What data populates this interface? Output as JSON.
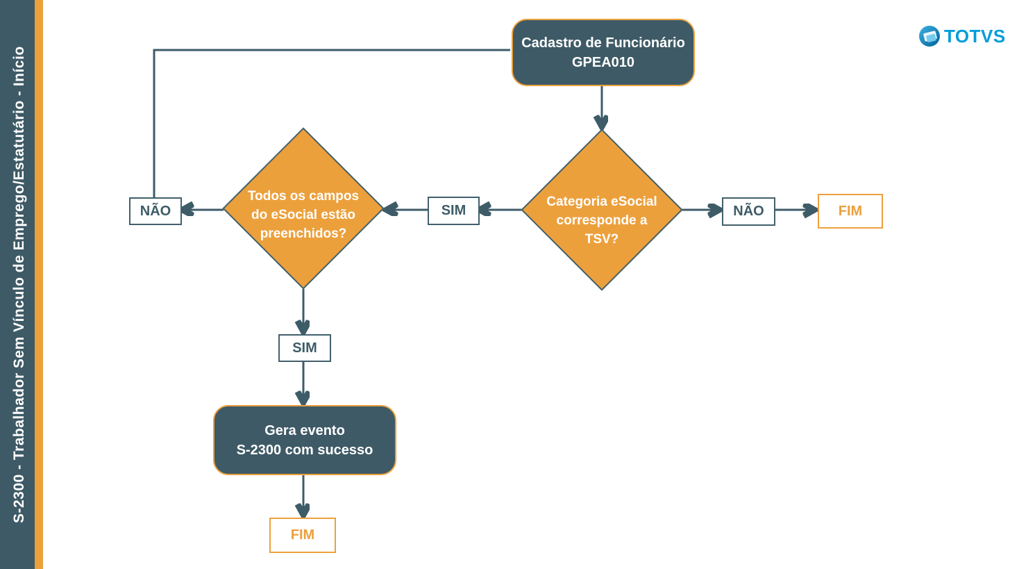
{
  "sidebar": {
    "title": "S-2300 - Trabalhador Sem Vínculo de Emprego/Estatutário - Início"
  },
  "logo": {
    "brand": "TOTVS"
  },
  "colors": {
    "teal": "#3E5A66",
    "orange": "#ECA03C",
    "line": "#3E5C68",
    "logo_blue": "#009EDB"
  },
  "flowchart": {
    "nodes": {
      "start": {
        "line1": "Cadastro de Funcionário",
        "line2": "GPEA010"
      },
      "decision_categoria": {
        "line1": "Categoria eSocial",
        "line2": "corresponde a",
        "line3": "TSV?"
      },
      "decision_campos": {
        "line1": "Todos os campos",
        "line2": "do eSocial estão",
        "line3": "preenchidos?"
      },
      "process_gera": {
        "line1": "Gera evento",
        "line2": "S-2300 com sucesso"
      },
      "end_right": {
        "label": "FIM"
      },
      "end_bottom": {
        "label": "FIM"
      }
    },
    "edges": {
      "nao_left": "NÃO",
      "sim_middle": "SIM",
      "nao_right": "NÃO",
      "sim_bottom": "SIM"
    }
  }
}
